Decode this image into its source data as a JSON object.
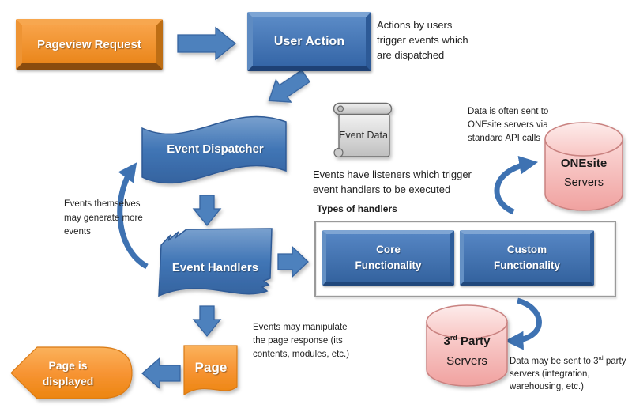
{
  "diagram": {
    "nodes": {
      "pageview_request": {
        "label": "Pageview Request"
      },
      "user_action": {
        "label": "User Action"
      },
      "event_dispatcher": {
        "label": "Event Dispatcher"
      },
      "event_data": {
        "label": "Event Data"
      },
      "event_handlers": {
        "label": "Event Handlers"
      },
      "handlers_group": {
        "title": "Types of handlers"
      },
      "core_functionality": {
        "label": "Core Functionality"
      },
      "custom_functionality": {
        "label": "Custom Functionality"
      },
      "onesite_servers": {
        "line1": "ONEsite",
        "line2": "Servers"
      },
      "third_party_servers": {
        "line1_num": "3",
        "line1_ord": "rd",
        "line1_rest": " Party",
        "line2": "Servers"
      },
      "page": {
        "label": "Page"
      },
      "page_is_displayed": {
        "label": "Page is displayed"
      }
    },
    "captions": {
      "user_action_note": "Actions by users trigger events which are dispatched",
      "onesite_note": "Data is often sent to ONEsite servers via standard API calls",
      "listeners_note": "Events have listeners which trigger event handlers to be executed",
      "loop_note": "Events themselves may generate more events",
      "page_note": "Events may manipulate the page response (its contents, modules, etc.)",
      "third_party_note_prefix": "Data may be sent to 3",
      "third_party_note_ord": "rd",
      "third_party_note_rest": " party servers (integration, warehousing, etc.)"
    },
    "colors": {
      "blue": "#4F81BD",
      "orange": "#F79434",
      "pink": "#F5B8B6",
      "scroll_gray": "#D9D9D9",
      "text": "#1F1F1F"
    }
  }
}
